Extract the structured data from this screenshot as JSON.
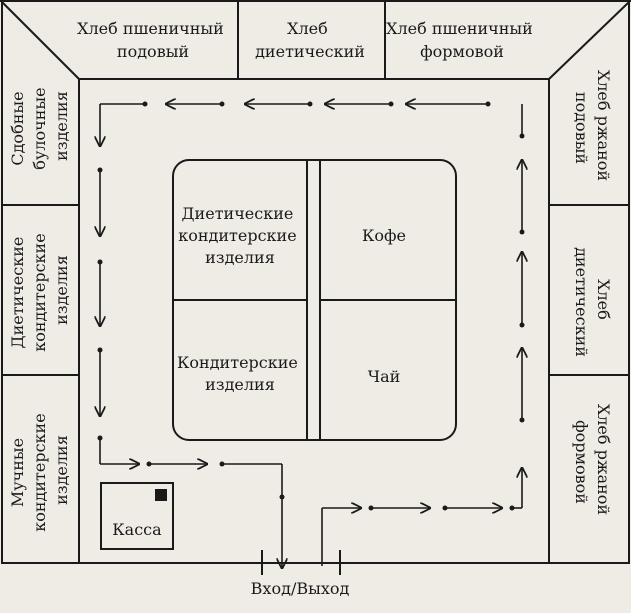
{
  "diagram": {
    "title": "",
    "zones": {
      "top_left": [
        "Хлеб пшеничный",
        "подовый"
      ],
      "top_middle": [
        "Хлеб",
        "диетический"
      ],
      "top_right": [
        "Хлеб пшеничный",
        "формовой"
      ],
      "left_top": [
        "Сдобные",
        "булочные",
        "изделия"
      ],
      "left_middle": [
        "Диетические",
        "кондитерские",
        "изделия"
      ],
      "left_bottom": [
        "Мучные",
        "кондитерские",
        "изделия"
      ],
      "right_top": [
        "Хлеб ржаной",
        "подовый"
      ],
      "right_middle": [
        "Хлеб",
        "диетический"
      ],
      "right_bottom": [
        "Хлеб ржаной",
        "формовой"
      ]
    },
    "center": {
      "top_left": [
        "Диетические",
        "кондитерские",
        "изделия"
      ],
      "top_right": [
        "Кофе"
      ],
      "bottom_left": [
        "Кондитерские",
        "изделия"
      ],
      "bottom_right": [
        "Чай"
      ]
    },
    "cashier": "Касса",
    "entrance": "Вход/Выход"
  },
  "colors": {
    "line": "#1a1a1a",
    "paper": "#efece6"
  }
}
